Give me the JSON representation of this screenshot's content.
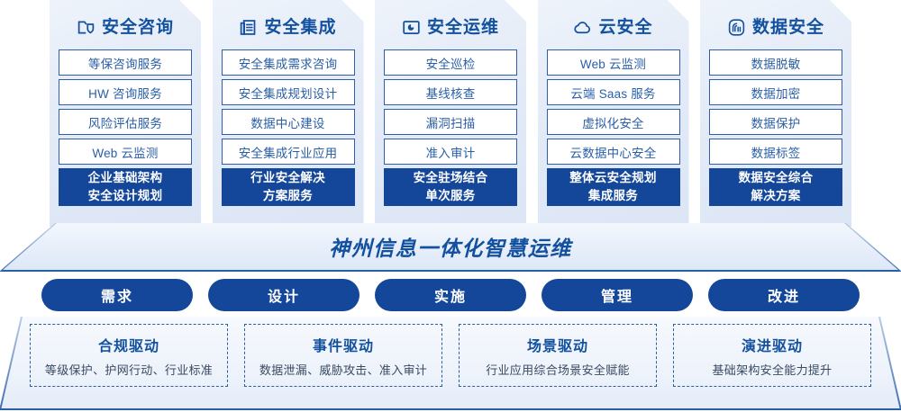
{
  "columns": [
    {
      "icon": "folder-shield-icon",
      "title": "安全咨询",
      "items": [
        "等保咨询服务",
        "HW 咨询服务",
        "风险评估服务",
        "Web 云监测"
      ],
      "footer": [
        "企业基础架构",
        "安全设计规划"
      ]
    },
    {
      "icon": "stacked-documents-icon",
      "title": "安全集成",
      "items": [
        "安全集成需求咨询",
        "安全集成规划设计",
        "数据中心建设",
        "安全集成行业应用"
      ],
      "footer": [
        "行业安全解决",
        "方案服务"
      ]
    },
    {
      "icon": "monitor-chart-icon",
      "title": "安全运维",
      "items": [
        "安全巡检",
        "基线核查",
        "漏洞扫描",
        "准入审计"
      ],
      "footer": [
        "安全驻场结合",
        "单次服务"
      ]
    },
    {
      "icon": "cloud-icon",
      "title": "云安全",
      "items": [
        "Web 云监测",
        "云端 Saas 服务",
        "虚拟化安全",
        "云数据中心安全"
      ],
      "footer": [
        "整体云安全规划",
        "集成服务"
      ]
    },
    {
      "icon": "fingerprint-icon",
      "title": "数据安全",
      "items": [
        "数据脱敏",
        "数据加密",
        "数据保护",
        "数据标签"
      ],
      "footer": [
        "数据安全综合",
        "解决方案"
      ]
    }
  ],
  "banner": {
    "title": "神州信息一体化智慧运维"
  },
  "pills": [
    "需求",
    "设计",
    "实施",
    "管理",
    "改进"
  ],
  "drivers": [
    {
      "title": "合规驱动",
      "desc": "等级保护、护网行动、行业标准"
    },
    {
      "title": "事件驱动",
      "desc": "数据泄漏、威胁攻击、准入审计"
    },
    {
      "title": "场景驱动",
      "desc": "行业应用综合场景安全赋能"
    },
    {
      "title": "演进驱动",
      "desc": "基础架构安全能力提升"
    }
  ],
  "colors": {
    "brand_blue": "#13519f",
    "deep_blue": "#14479a",
    "outline_blue": "#2a5fa8",
    "panel_bg": "#e6edf8"
  }
}
